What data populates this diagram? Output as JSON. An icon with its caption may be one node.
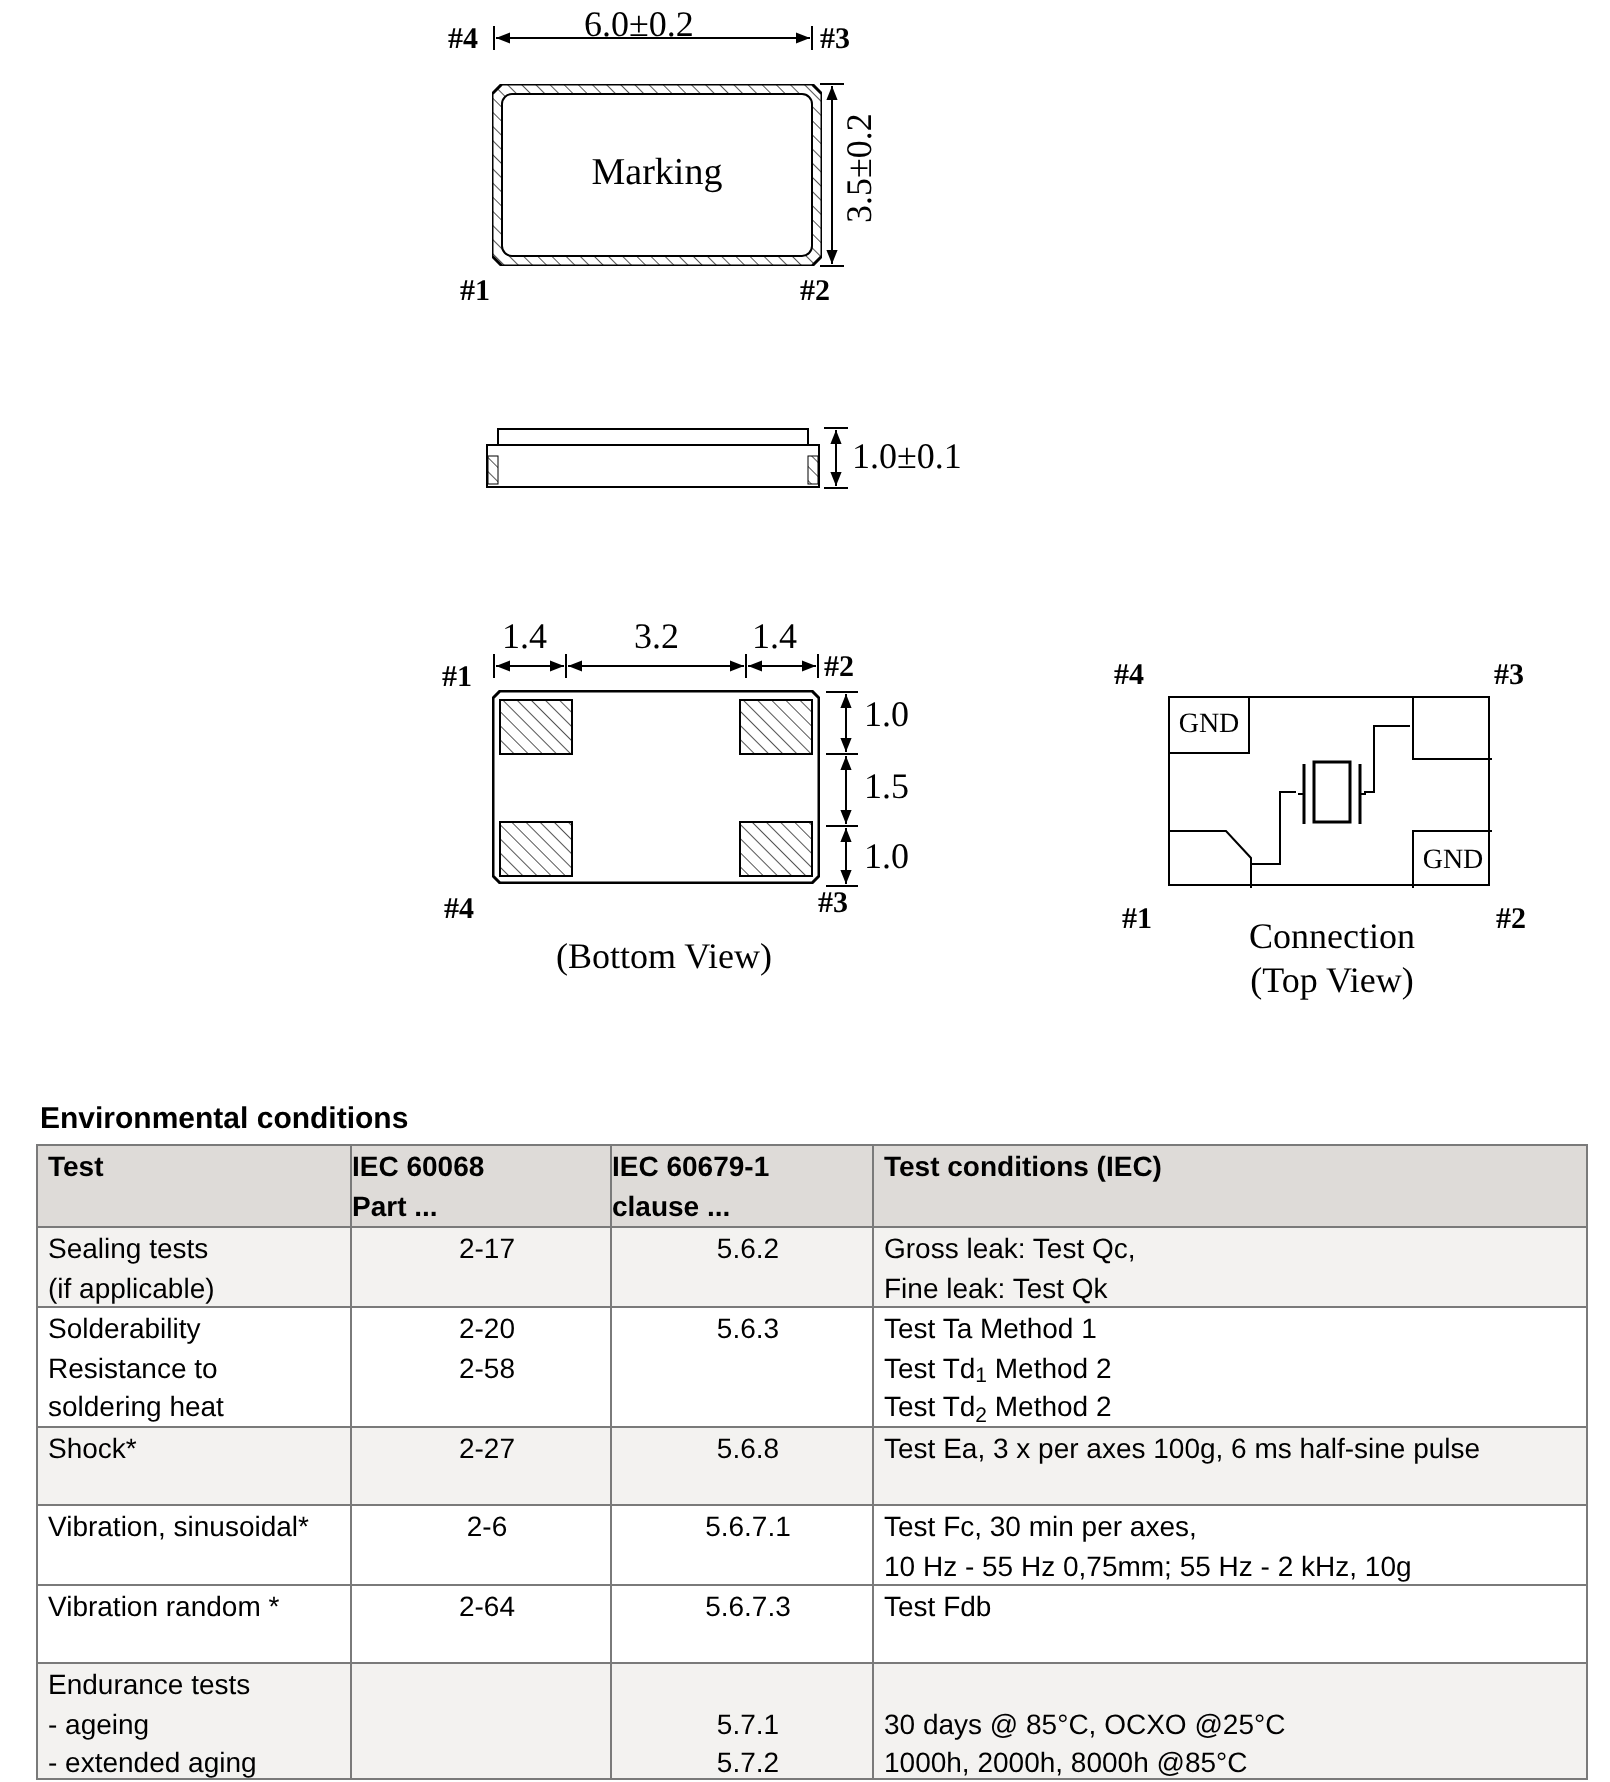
{
  "diagram": {
    "nodes": [
      {
        "text": [
          "Marking"
        ]
      },
      {
        "text": [],
        "shape": "box"
      },
      {
        "text": [],
        "shape": "box",
        "beside": [
          "(Bottom View)"
        ]
      },
      {
        "text": [],
        "shape": "box",
        "beside": [
          "Connection (Top View)"
        ]
      },
      {
        "text": [
          "GND"
        ],
        "in": 3
      },
      {
        "text": [],
        "shape": "box",
        "in": 3
      },
      {
        "text": [],
        "shape": "box",
        "in": 3
      },
      {
        "text": [
          "GND"
        ],
        "in": 3
      },
      {
        "text": [],
        "shape": "crystal",
        "in": 3
      }
    ],
    "edges": [
      {
        "from": 6,
        "to": 8,
        "arrow": "none"
      },
      {
        "from": 8,
        "to": 5,
        "arrow": "none"
      }
    ],
    "labels": [
      "6.0±0.2",
      "#4",
      "#3",
      "3.5±0.2",
      "#1",
      "#2",
      "1.0±0.1",
      "1.4",
      "3.2",
      "1.4",
      "#1",
      "#2",
      "1.0",
      "1.5",
      "1.0",
      "#4",
      "#3",
      "#4",
      "#3",
      "#1",
      "#2",
      "Environmental conditions",
      "Test",
      "IEC 60068",
      "Part ...",
      "IEC 60679-1",
      "clause ...",
      "Test conditions (IEC)",
      "Sealing tests",
      "(if applicable)",
      "2-17",
      "5.6.2",
      "Gross leak: Test Qc,",
      "Fine leak: Test Qk",
      "Solderability",
      "Resistance to",
      "soldering heat",
      "2-20",
      "2-58",
      "5.6.3",
      "Test Ta Method 1",
      "Test Td$_{1}$ Method 2",
      "Test Td$_{2}$ Method 2",
      "Shock*",
      "2-27",
      "5.6.8",
      "Test Ea, 3 x per axes 100g, 6 ms half-sine pulse",
      "Vibration, sinusoidal*",
      "2-6",
      "5.6.7.1",
      "Test Fc, 30 min per axes,",
      "10 Hz - 55 Hz 0,75mm; 55 Hz - 2 kHz, 10g",
      "Vibration random *",
      "2-64",
      "5.6.7.3",
      "Test Fdb",
      "Endurance tests",
      "- ageing",
      "- extended aging",
      "5.7.1",
      "5.7.2",
      "30 days @ 85°C, OCXO @25°C",
      "1000h, 2000h, 8000h @85°C"
    ]
  }
}
